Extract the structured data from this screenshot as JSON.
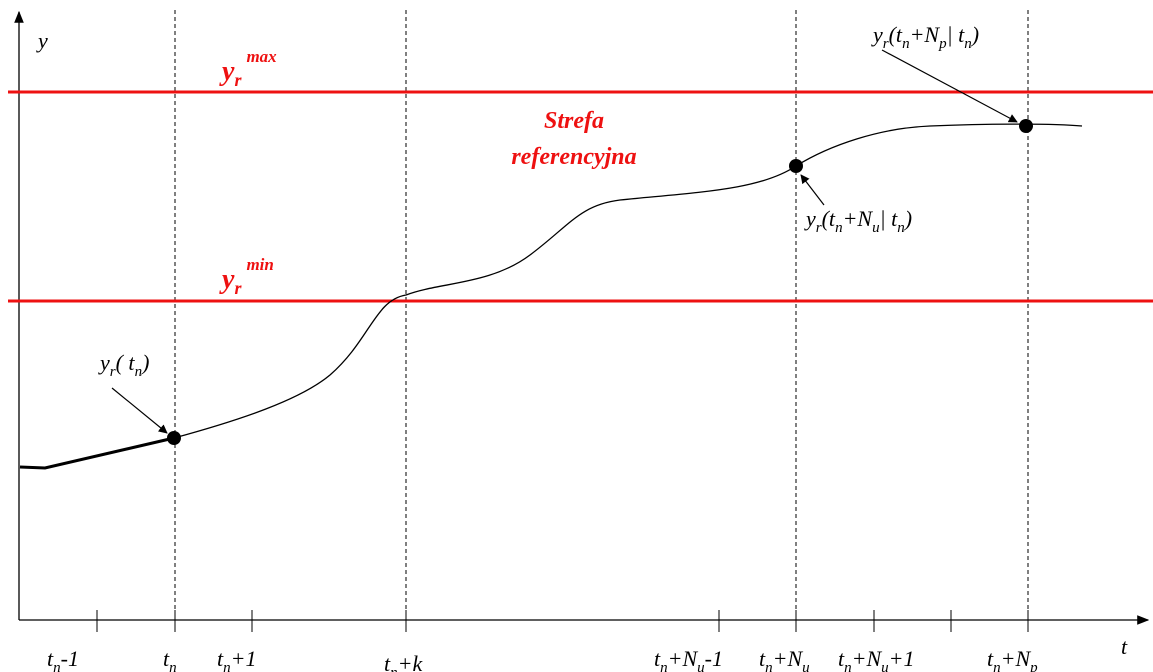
{
  "colors": {
    "axis": "#000000",
    "reference_lines": "#ee1111",
    "curve": "#000000",
    "text_red": "#ee1111"
  },
  "axes": {
    "y_label": "y",
    "x_label": "t"
  },
  "reference_zone": {
    "max_label": {
      "base": "y",
      "sub": "r",
      "sup": "max"
    },
    "min_label": {
      "base": "y",
      "sub": "r",
      "sup": "min"
    },
    "zone_title_line1": "Strefa",
    "zone_title_line2": "referencyjna"
  },
  "x_ticks": [
    {
      "id": "tn-minus-1",
      "parts": [
        [
          "t",
          ""
        ],
        [
          "n",
          "sub"
        ],
        [
          "-1",
          ""
        ]
      ]
    },
    {
      "id": "tn",
      "parts": [
        [
          "t",
          ""
        ],
        [
          "n",
          "sub"
        ]
      ]
    },
    {
      "id": "tn-plus-1",
      "parts": [
        [
          "t",
          ""
        ],
        [
          "n",
          "sub"
        ],
        [
          "+1",
          ""
        ]
      ]
    },
    {
      "id": "tn-plus-k",
      "parts": [
        [
          "t",
          ""
        ],
        [
          "n",
          "sub"
        ],
        [
          "+k",
          ""
        ]
      ]
    },
    {
      "id": "tn-plus-nu-minus-1",
      "parts": [
        [
          "t",
          ""
        ],
        [
          "n",
          "sub"
        ],
        [
          "+N",
          ""
        ],
        [
          "u",
          "sub"
        ],
        [
          "-1",
          ""
        ]
      ]
    },
    {
      "id": "tn-plus-nu",
      "parts": [
        [
          "t",
          ""
        ],
        [
          "n",
          "sub"
        ],
        [
          "+N",
          ""
        ],
        [
          "u",
          "sub"
        ]
      ]
    },
    {
      "id": "tn-plus-nu-plus-1",
      "parts": [
        [
          "t",
          ""
        ],
        [
          "n",
          "sub"
        ],
        [
          "+N",
          ""
        ],
        [
          "u",
          "sub"
        ],
        [
          "+1",
          ""
        ]
      ]
    },
    {
      "id": "tn-plus-np",
      "parts": [
        [
          "t",
          ""
        ],
        [
          "n",
          "sub"
        ],
        [
          "+N",
          ""
        ],
        [
          "p",
          "sub"
        ]
      ]
    }
  ],
  "point_labels": [
    {
      "id": "yr-tn",
      "parts": [
        [
          "y",
          ""
        ],
        [
          "r",
          "sub"
        ],
        [
          "( t",
          ""
        ],
        [
          "n",
          "sub"
        ],
        [
          ")",
          ""
        ]
      ]
    },
    {
      "id": "yr-tn-nu",
      "parts": [
        [
          "y",
          ""
        ],
        [
          "r",
          "sub"
        ],
        [
          "(t",
          ""
        ],
        [
          "n",
          "sub"
        ],
        [
          "+N",
          ""
        ],
        [
          "u",
          "sub"
        ],
        [
          "| t",
          ""
        ],
        [
          "n",
          "sub"
        ],
        [
          ")",
          ""
        ]
      ]
    },
    {
      "id": "yr-tn-np",
      "parts": [
        [
          "y",
          ""
        ],
        [
          "r",
          "sub"
        ],
        [
          "(t",
          ""
        ],
        [
          "n",
          "sub"
        ],
        [
          "+N",
          ""
        ],
        [
          "p",
          "sub"
        ],
        [
          "| t",
          ""
        ],
        [
          "n",
          "sub"
        ],
        [
          ")",
          ""
        ]
      ]
    }
  ]
}
